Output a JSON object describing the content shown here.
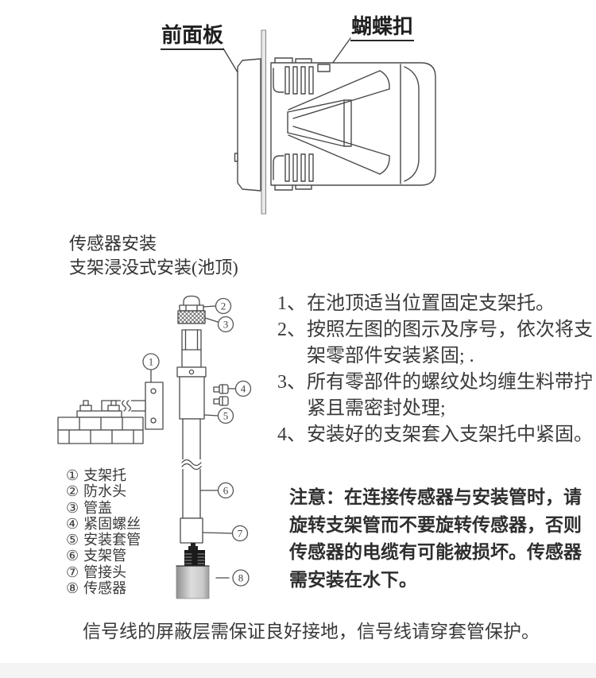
{
  "page": {
    "bg_color": "#ffffff",
    "text_color": "#3c3c3c",
    "line_color": "#4a4a4a"
  },
  "top_diagram": {
    "labels": {
      "front_panel": "前面板",
      "butterfly_clip": "蝴蝶扣"
    }
  },
  "section": {
    "title1": "传感器安装",
    "title2": "支架浸没式安装(池顶)"
  },
  "assembly_diagram": {
    "callouts": [
      "1",
      "2",
      "3",
      "4",
      "5",
      "6",
      "7",
      "8"
    ]
  },
  "parts_list": {
    "items": [
      {
        "num": "①",
        "name": "支架托"
      },
      {
        "num": "②",
        "name": "防水头"
      },
      {
        "num": "③",
        "name": "管盖"
      },
      {
        "num": "④",
        "name": "紧固螺丝"
      },
      {
        "num": "⑤",
        "name": "安装套管"
      },
      {
        "num": "⑥",
        "name": "支架管"
      },
      {
        "num": "⑦",
        "name": "管接头"
      },
      {
        "num": "⑧",
        "name": "传感器"
      }
    ]
  },
  "instructions": {
    "items": [
      {
        "num": "1、",
        "lines": [
          "在池顶适当位置固定支架托。"
        ]
      },
      {
        "num": "2、",
        "lines": [
          "按照左图的图示及序号，依次将支",
          "架零部件安装紧固; ."
        ]
      },
      {
        "num": "3、",
        "lines": [
          "所有零部件的螺纹处均缠生料带拧",
          "紧且需密封处理;"
        ]
      },
      {
        "num": "4、",
        "lines": [
          "安装好的支架套入支架托中紧固。"
        ]
      }
    ]
  },
  "note": {
    "lines": [
      "注意：在连接传感器与安装管时，请",
      "旋转支架管而不要旋转传感器，否则",
      "传感器的电缆有可能被损坏。传感器",
      "需安装在水下。"
    ]
  },
  "footer": {
    "text": "信号线的屏蔽层需保证良好接地，信号线请穿套管保护。"
  }
}
